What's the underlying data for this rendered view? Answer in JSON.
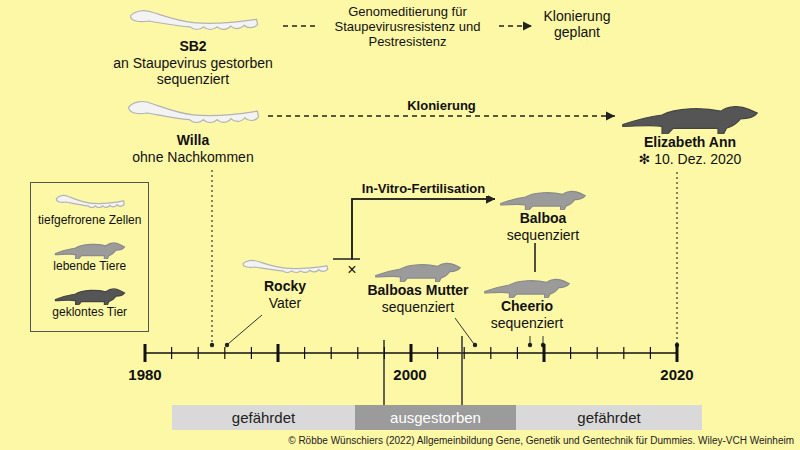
{
  "diagram": {
    "caption": "© Röbbe Wünschiers (2022) Allgemeinbildung Gene, Genetik und Gentechnik für Dummies. Wiley-VCH Weinheim",
    "nodes": [
      {
        "text": [
          "SB2",
          "an Staupevirus gestorben sequenziert"
        ]
      },
      {
        "text": [
          "Klonierung geplant"
        ]
      },
      {
        "text": [
          "Willa",
          "ohne Nachkommen"
        ]
      },
      {
        "text": [
          "Elizabeth Ann",
          "✻ 10. Dez. 2020"
        ]
      },
      {
        "text": [
          "Rocky",
          "Vater"
        ]
      },
      {
        "text": [
          "Balboas Mutter",
          "sequenziert"
        ]
      },
      {
        "text": [
          "Balboa",
          "sequenziert"
        ]
      },
      {
        "text": [
          "Cheerio",
          "sequenziert"
        ]
      },
      {
        "text": [
          "gefährdet"
        ]
      },
      {
        "text": [
          "ausgestorben"
        ]
      },
      {
        "text": [
          "gefährdet"
        ]
      }
    ],
    "edges": [
      {
        "from": 0,
        "to": 1,
        "arrow": "to",
        "label": "Genomeditierung für Staupevirusresistenz und Pestresistenz"
      },
      {
        "from": 2,
        "to": 3,
        "arrow": "to",
        "label": "Klonierung"
      },
      {
        "from": 4,
        "to": 6,
        "arrow": "to",
        "label": "In-Vitro-Fertilisation"
      },
      {
        "from": 5,
        "to": 6,
        "arrow": "to"
      },
      {
        "from": 6,
        "to": 7,
        "arrow": "none"
      }
    ],
    "labels": [
      "×",
      "1980",
      "2000",
      "2020"
    ],
    "legend": [
      {
        "text": "tiefgefrorene Zellen"
      },
      {
        "text": "lebende Tiere"
      },
      {
        "text": "geklontes Tier"
      }
    ]
  }
}
